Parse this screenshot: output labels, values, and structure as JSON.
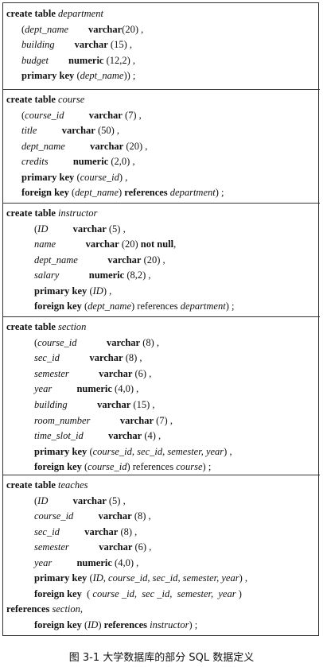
{
  "blocks": [
    {
      "lines": [
        [
          [
            "k",
            "create table "
          ],
          [
            "i",
            "department"
          ]
        ],
        [
          [
            "n",
            "("
          ],
          [
            "i",
            "dept_name"
          ],
          [
            "n",
            "        "
          ],
          [
            "k",
            "varchar"
          ],
          [
            "n",
            "(20) ,"
          ]
        ],
        [
          [
            "i",
            "building"
          ],
          [
            "n",
            "        "
          ],
          [
            "k",
            "varchar"
          ],
          [
            "n",
            " (15) ,"
          ]
        ],
        [
          [
            "i",
            "budget"
          ],
          [
            "n",
            "        "
          ],
          [
            "k",
            "numeric"
          ],
          [
            "n",
            " (12,2) ,"
          ]
        ],
        [
          [
            "k",
            "primary key"
          ],
          [
            "n",
            " ("
          ],
          [
            "i",
            "dept_name"
          ],
          [
            "n",
            ")) ;"
          ]
        ]
      ]
    },
    {
      "lines": [
        [
          [
            "k",
            "create table "
          ],
          [
            "i",
            "course"
          ]
        ],
        [
          [
            "n",
            "("
          ],
          [
            "i",
            "course_id"
          ],
          [
            "n",
            "          "
          ],
          [
            "k",
            "varchar"
          ],
          [
            "n",
            " (7) ,"
          ]
        ],
        [
          [
            "i",
            "title"
          ],
          [
            "n",
            "          "
          ],
          [
            "k",
            "varchar"
          ],
          [
            "n",
            " (50) ,"
          ]
        ],
        [
          [
            "i",
            "dept_name"
          ],
          [
            "n",
            "          "
          ],
          [
            "k",
            "varchar"
          ],
          [
            "n",
            " (20) ,"
          ]
        ],
        [
          [
            "i",
            "credits"
          ],
          [
            "n",
            "          "
          ],
          [
            "k",
            "numeric"
          ],
          [
            "n",
            " (2,0) ,"
          ]
        ],
        [
          [
            "k",
            "primary key"
          ],
          [
            "n",
            " ("
          ],
          [
            "i",
            "course_id"
          ],
          [
            "n",
            ") ,"
          ]
        ],
        [
          [
            "k",
            "foreign key"
          ],
          [
            "n",
            " ("
          ],
          [
            "i",
            "dept_name"
          ],
          [
            "n",
            ") "
          ],
          [
            "k",
            "references"
          ],
          [
            "n",
            " "
          ],
          [
            "i",
            "department"
          ],
          [
            "n",
            ") ;"
          ]
        ]
      ]
    },
    {
      "lines": [
        [
          [
            "k",
            "create table "
          ],
          [
            "i",
            "instructor"
          ]
        ],
        [
          [
            "n",
            "("
          ],
          [
            "i",
            "ID"
          ],
          [
            "n",
            "          "
          ],
          [
            "k",
            "varchar"
          ],
          [
            "n",
            " (5) ,"
          ]
        ],
        [
          [
            "i",
            "name"
          ],
          [
            "n",
            "            "
          ],
          [
            "k",
            "varchar"
          ],
          [
            "n",
            " (20) "
          ],
          [
            "k",
            "not null"
          ],
          [
            "n",
            ","
          ]
        ],
        [
          [
            "i",
            "dept_name"
          ],
          [
            "n",
            "            "
          ],
          [
            "k",
            "varchar"
          ],
          [
            "n",
            " (20) ,"
          ]
        ],
        [
          [
            "i",
            "salary"
          ],
          [
            "n",
            "            "
          ],
          [
            "k",
            "numeric"
          ],
          [
            "n",
            " (8,2) ,"
          ]
        ],
        [
          [
            "k",
            "primary key"
          ],
          [
            "n",
            " ("
          ],
          [
            "i",
            "ID"
          ],
          [
            "n",
            ") ,"
          ]
        ],
        [
          [
            "k",
            "foreign key"
          ],
          [
            "n",
            " ("
          ],
          [
            "i",
            "dept_name"
          ],
          [
            "n",
            ") references "
          ],
          [
            "i",
            "department"
          ],
          [
            "n",
            ") ;"
          ]
        ]
      ]
    },
    {
      "lines": [
        [
          [
            "k",
            "create table "
          ],
          [
            "i",
            "section"
          ]
        ],
        [
          [
            "n",
            "("
          ],
          [
            "i",
            "course_id"
          ],
          [
            "n",
            "            "
          ],
          [
            "k",
            "varchar"
          ],
          [
            "n",
            " (8) ,"
          ]
        ],
        [
          [
            "i",
            "sec_id"
          ],
          [
            "n",
            "            "
          ],
          [
            "k",
            "varchar"
          ],
          [
            "n",
            " (8) ,"
          ]
        ],
        [
          [
            "i",
            "semester"
          ],
          [
            "n",
            "            "
          ],
          [
            "k",
            "varchar"
          ],
          [
            "n",
            " (6) ,"
          ]
        ],
        [
          [
            "i",
            "year"
          ],
          [
            "n",
            "          "
          ],
          [
            "k",
            "numeric"
          ],
          [
            "n",
            " (4,0) ,"
          ]
        ],
        [
          [
            "i",
            "building"
          ],
          [
            "n",
            "            "
          ],
          [
            "k",
            "varchar"
          ],
          [
            "n",
            " (15) ,"
          ]
        ],
        [
          [
            "i",
            "room_number"
          ],
          [
            "n",
            "            "
          ],
          [
            "k",
            "varchar"
          ],
          [
            "n",
            " (7) ,"
          ]
        ],
        [
          [
            "i",
            "time_slot_id"
          ],
          [
            "n",
            "          "
          ],
          [
            "k",
            "varchar"
          ],
          [
            "n",
            " (4) ,"
          ]
        ],
        [
          [
            "k",
            "primary key"
          ],
          [
            "n",
            " ("
          ],
          [
            "i",
            "course_id, sec_id, semester, year"
          ],
          [
            "n",
            ") ,"
          ]
        ],
        [
          [
            "k",
            "foreign key"
          ],
          [
            "n",
            " ("
          ],
          [
            "i",
            "course_id"
          ],
          [
            "n",
            ") references "
          ],
          [
            "i",
            "course"
          ],
          [
            "n",
            ") ;"
          ]
        ]
      ]
    },
    {
      "lines": [
        [
          [
            "k",
            "create table "
          ],
          [
            "i",
            "teaches"
          ]
        ],
        [
          [
            "n",
            "("
          ],
          [
            "i",
            "ID"
          ],
          [
            "n",
            "          "
          ],
          [
            "k",
            "varchar"
          ],
          [
            "n",
            " (5) ,"
          ]
        ],
        [
          [
            "i",
            "course_id"
          ],
          [
            "n",
            "          "
          ],
          [
            "k",
            "varchar"
          ],
          [
            "n",
            " (8) ,"
          ]
        ],
        [
          [
            "i",
            "sec_id"
          ],
          [
            "n",
            "          "
          ],
          [
            "k",
            "varchar"
          ],
          [
            "n",
            " (8) ,"
          ]
        ],
        [
          [
            "i",
            "semester"
          ],
          [
            "n",
            "            "
          ],
          [
            "k",
            "varchar"
          ],
          [
            "n",
            " (6) ,"
          ]
        ],
        [
          [
            "i",
            "year"
          ],
          [
            "n",
            "          "
          ],
          [
            "k",
            "numeric"
          ],
          [
            "n",
            " (4,0) ,"
          ]
        ],
        [
          [
            "k",
            "primary key"
          ],
          [
            "n",
            " ("
          ],
          [
            "i",
            "ID, course_id, sec_id, semester, year"
          ],
          [
            "n",
            ") ,"
          ]
        ],
        [
          [
            "k",
            "foreign key"
          ],
          [
            "n",
            "  ( "
          ],
          [
            "i",
            "course _id,  sec _id,  semester,  year"
          ],
          [
            "n",
            " )"
          ]
        ],
        [
          [
            "k",
            "references "
          ],
          [
            "i",
            "section"
          ],
          [
            "n",
            ","
          ]
        ],
        [
          [
            "k",
            "foreign key"
          ],
          [
            "n",
            " ("
          ],
          [
            "i",
            "ID"
          ],
          [
            "n",
            ") "
          ],
          [
            "k",
            "references"
          ],
          [
            "n",
            " "
          ],
          [
            "i",
            "instructor"
          ],
          [
            "n",
            ") ;"
          ]
        ]
      ]
    }
  ],
  "caption": "图 3-1   大学数据库的部分 SQL 数据定义"
}
